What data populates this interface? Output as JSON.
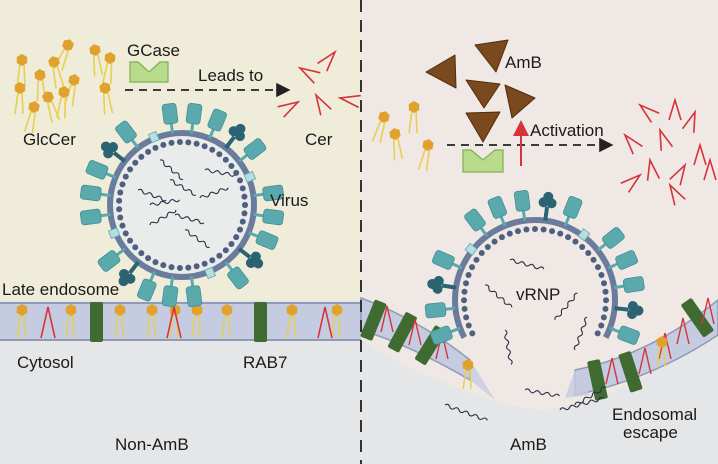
{
  "panels": {
    "left": {
      "caption": "Non-AmB",
      "labels": {
        "glccer": "GlcCer",
        "gcase": "GCase",
        "leads_to": "Leads to",
        "cer": "Cer",
        "virus": "Virus",
        "late_endosome": "Late endosome",
        "cytosol": "Cytosol",
        "rab7": "RAB7"
      }
    },
    "right": {
      "caption": "AmB",
      "labels": {
        "amb": "AmB",
        "activation": "Activation",
        "vrnp": "vRNP",
        "endosomal_escape_line1": "Endosomal",
        "endosomal_escape_line2": "escape"
      }
    }
  },
  "colors": {
    "left_lumen": "#efecd9",
    "right_lumen": "#f0e8e5",
    "cytosol": "#e5e6e8",
    "membrane": "#c5cbe0",
    "membrane_edge": "#8f9bb5",
    "rab7": "#3f6b30",
    "glccer_head": "#e0a22c",
    "glccer_tail": "#e8cf50",
    "cer": "#d6333a",
    "gcase": "#b9dc8c",
    "amb": "#7a4a1e",
    "virus_envelope": "#6a7b9c",
    "virus_spike": "#5aa9ad",
    "virus_spike_dark": "#2b6372",
    "capsid_dot": "#4f5f7f",
    "rna": "#2b2f45"
  }
}
